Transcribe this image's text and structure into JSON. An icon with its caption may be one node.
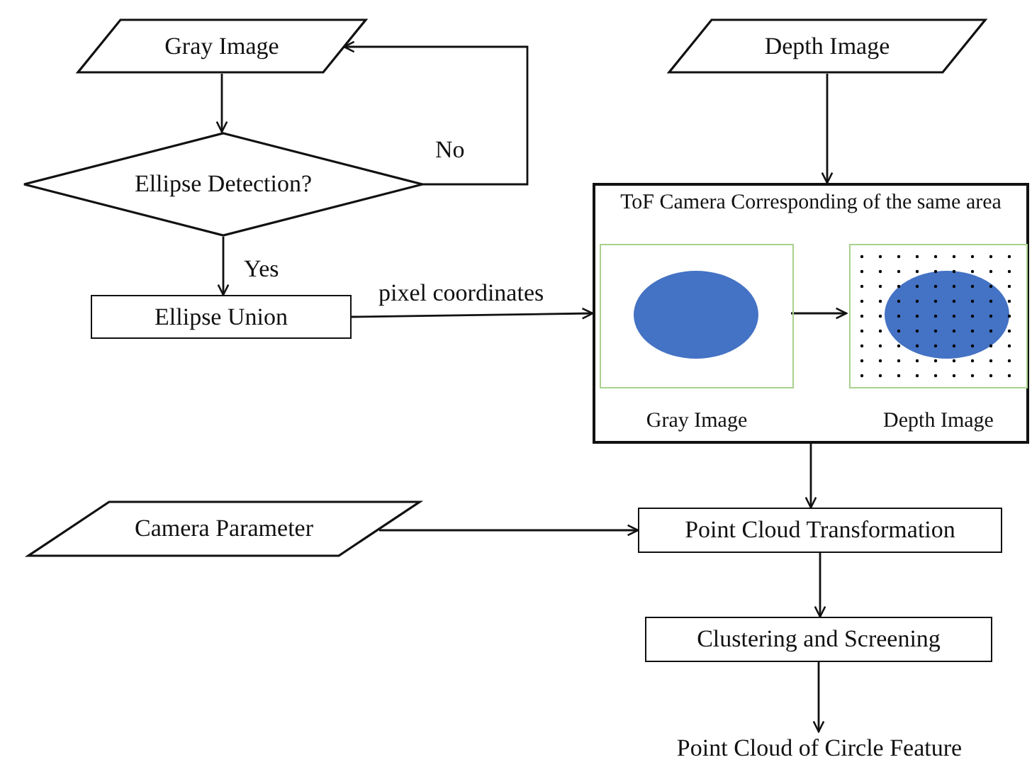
{
  "diagram": {
    "nodes": [
      {
        "text": [
          "Gray Image"
        ]
      },
      {
        "text": [
          "Ellipse Detection?"
        ]
      },
      {
        "text": [
          "Ellipse Union"
        ]
      },
      {
        "text": [
          "Depth Image"
        ]
      },
      {
        "text": [
          "ToF Camera Corresponding of the same area"
        ]
      },
      {
        "text": [],
        "shape": "picture",
        "in": 4,
        "beside": [
          "Gray Image"
        ]
      },
      {
        "text": [],
        "shape": "picture",
        "in": 4,
        "beside": [
          "Depth Image"
        ]
      },
      {
        "text": [
          "Camera Parameter"
        ]
      },
      {
        "text": [
          "Point Cloud Transformation"
        ]
      },
      {
        "text": [
          "Clustering and Screening"
        ]
      },
      {
        "text": [
          "Point Cloud of Circle Feature"
        ]
      }
    ],
    "edges": [
      {
        "from": 0,
        "to": 1,
        "arrow": "to"
      },
      {
        "from": 1,
        "to": 2,
        "arrow": "to",
        "label": "Yes"
      },
      {
        "from": 1,
        "to": 0,
        "arrow": "to",
        "label": "No"
      },
      {
        "from": 2,
        "to": 4,
        "arrow": "to",
        "label": "pixel coordinates"
      },
      {
        "from": 3,
        "to": 4,
        "arrow": "to"
      },
      {
        "from": 5,
        "to": 6,
        "arrow": "to"
      },
      {
        "from": 4,
        "to": 8,
        "arrow": "to"
      },
      {
        "from": 7,
        "to": 8,
        "arrow": "to"
      },
      {
        "from": 8,
        "to": 9,
        "arrow": "to"
      },
      {
        "from": 9,
        "to": 10,
        "arrow": "to"
      }
    ]
  }
}
